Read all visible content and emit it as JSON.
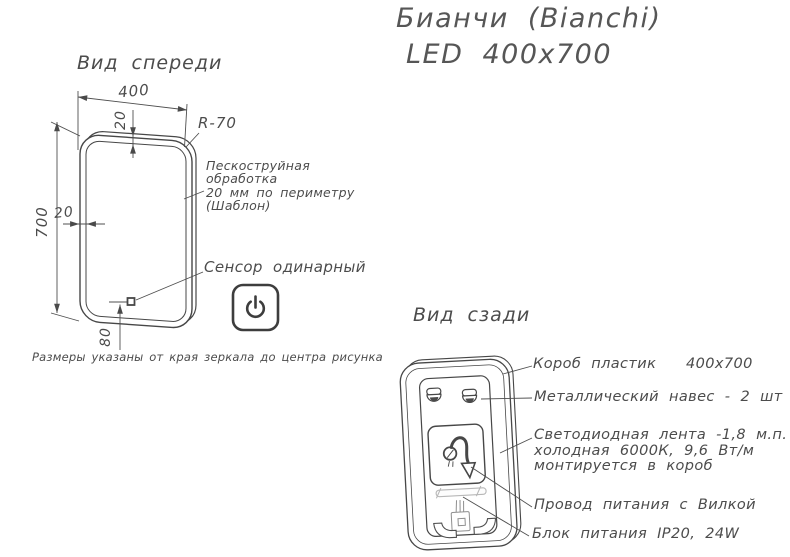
{
  "title": {
    "line1": "Бианчи (Bianchi)",
    "line2": "LED 400x700"
  },
  "front_view": {
    "heading": "Вид спереди",
    "dim_width": "400",
    "dim_height": "700",
    "dim_border_top": "20",
    "dim_border_left": "20",
    "dim_sensor_offset": "80",
    "corner_radius": "R-70",
    "sandblast_lines": [
      "Пескоструйная",
      "обработка",
      "20 мм по периметру",
      "(Шаблон)"
    ],
    "sensor_label": "Сенсор одинарный",
    "note": "Размеры указаны от края зеркала до центра рисунка"
  },
  "back_view": {
    "heading": "Вид сзади",
    "label_box": "Короб пластик",
    "label_box_size": "400x700",
    "label_hanger": "Металлический навес - 2 шт",
    "label_led_lines": [
      "Светодиодная лента -1,8 м.п.",
      "холодная 6000К, 9,6 Вт/м",
      "монтируется в короб"
    ],
    "label_cord": "Провод питания с Вилкой",
    "label_psu": "Блок питания IP20, 24W"
  },
  "icons": {
    "power_button": "power-icon",
    "hangers": "hanger-icon",
    "plug": "plug-icon"
  },
  "colors": {
    "line": "#4a4a4a",
    "text": "#4f4f4f",
    "faint": "#b7b7b7"
  }
}
